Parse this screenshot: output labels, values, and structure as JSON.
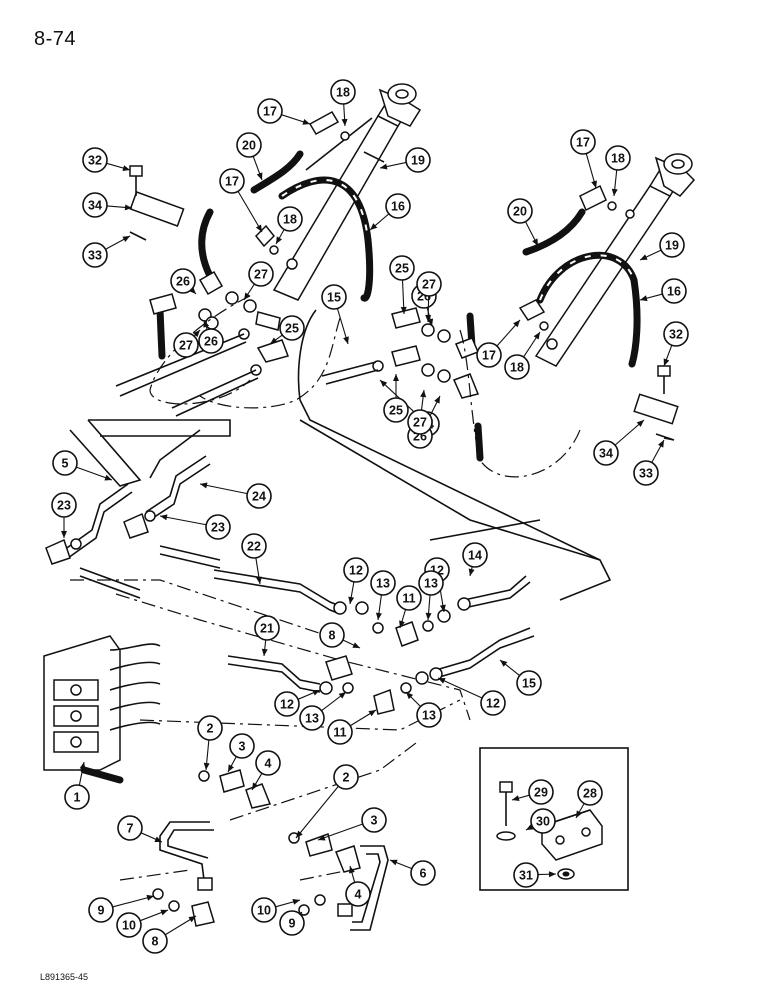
{
  "page": {
    "page_number": "8-74",
    "figure_id": "L891365-45"
  },
  "callouts": [
    {
      "label": "1"
    },
    {
      "label": "2"
    },
    {
      "label": "2"
    },
    {
      "label": "3"
    },
    {
      "label": "3"
    },
    {
      "label": "4"
    },
    {
      "label": "4"
    },
    {
      "label": "5"
    },
    {
      "label": "6"
    },
    {
      "label": "7"
    },
    {
      "label": "8"
    },
    {
      "label": "8"
    },
    {
      "label": "9"
    },
    {
      "label": "9"
    },
    {
      "label": "10"
    },
    {
      "label": "10"
    },
    {
      "label": "11"
    },
    {
      "label": "11"
    },
    {
      "label": "12"
    },
    {
      "label": "12"
    },
    {
      "label": "12"
    },
    {
      "label": "12"
    },
    {
      "label": "13"
    },
    {
      "label": "13"
    },
    {
      "label": "13"
    },
    {
      "label": "13"
    },
    {
      "label": "14"
    },
    {
      "label": "14"
    },
    {
      "label": "15"
    },
    {
      "label": "15"
    },
    {
      "label": "16"
    },
    {
      "label": "16"
    },
    {
      "label": "17"
    },
    {
      "label": "17"
    },
    {
      "label": "17"
    },
    {
      "label": "17"
    },
    {
      "label": "18"
    },
    {
      "label": "18"
    },
    {
      "label": "18"
    },
    {
      "label": "18"
    },
    {
      "label": "19"
    },
    {
      "label": "19"
    },
    {
      "label": "20"
    },
    {
      "label": "20"
    },
    {
      "label": "21"
    },
    {
      "label": "22"
    },
    {
      "label": "23"
    },
    {
      "label": "23"
    },
    {
      "label": "24"
    },
    {
      "label": "25"
    },
    {
      "label": "25"
    },
    {
      "label": "25"
    },
    {
      "label": "26"
    },
    {
      "label": "26"
    },
    {
      "label": "26"
    },
    {
      "label": "26"
    },
    {
      "label": "27"
    },
    {
      "label": "27"
    },
    {
      "label": "27"
    },
    {
      "label": "27"
    },
    {
      "label": "28"
    },
    {
      "label": "29"
    },
    {
      "label": "30"
    },
    {
      "label": "31"
    },
    {
      "label": "32"
    },
    {
      "label": "32"
    },
    {
      "label": "33"
    },
    {
      "label": "33"
    },
    {
      "label": "34"
    },
    {
      "label": "34"
    }
  ]
}
